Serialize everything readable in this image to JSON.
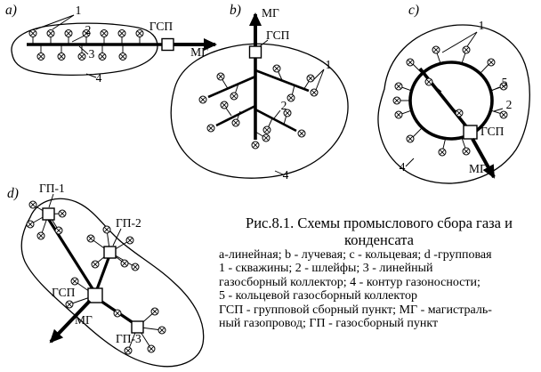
{
  "caption": {
    "title_line1": "Рис.8.1. Схемы промыслового сбора газа и",
    "title_line2": "конденсата",
    "lines": [
      "a-линейная; b - лучевая; c - кольцевая; d -групповая",
      "1 - скважины; 2 - шлейфы; 3 - линейный",
      "газосборный коллектор; 4 - контур газоносности;",
      "5 - кольцевой газосборный коллектор",
      "ГСП - групповой сборный пункт; МГ - магистраль-",
      "ный газопровод; ГП - газосборный пункт"
    ]
  },
  "diagram_a": {
    "tag": "a)",
    "label_1": "1",
    "label_2": "2",
    "label_3": "3",
    "label_4": "4",
    "gsp": "ГСП",
    "mg": "МГ"
  },
  "diagram_b": {
    "tag": "b)",
    "label_1": "1",
    "label_2": "2",
    "label_4": "4",
    "gsp": "ГСП",
    "mg": "МГ"
  },
  "diagram_c": {
    "tag": "c)",
    "label_1": "1",
    "label_2": "2",
    "label_4": "4",
    "label_5": "5",
    "gsp": "ГСП",
    "mg": "МГ"
  },
  "diagram_d": {
    "tag": "d)",
    "gp1": "ГП-1",
    "gp2": "ГП-2",
    "gp3": "ГП-3",
    "gsp": "ГСП",
    "mg": "МГ"
  }
}
